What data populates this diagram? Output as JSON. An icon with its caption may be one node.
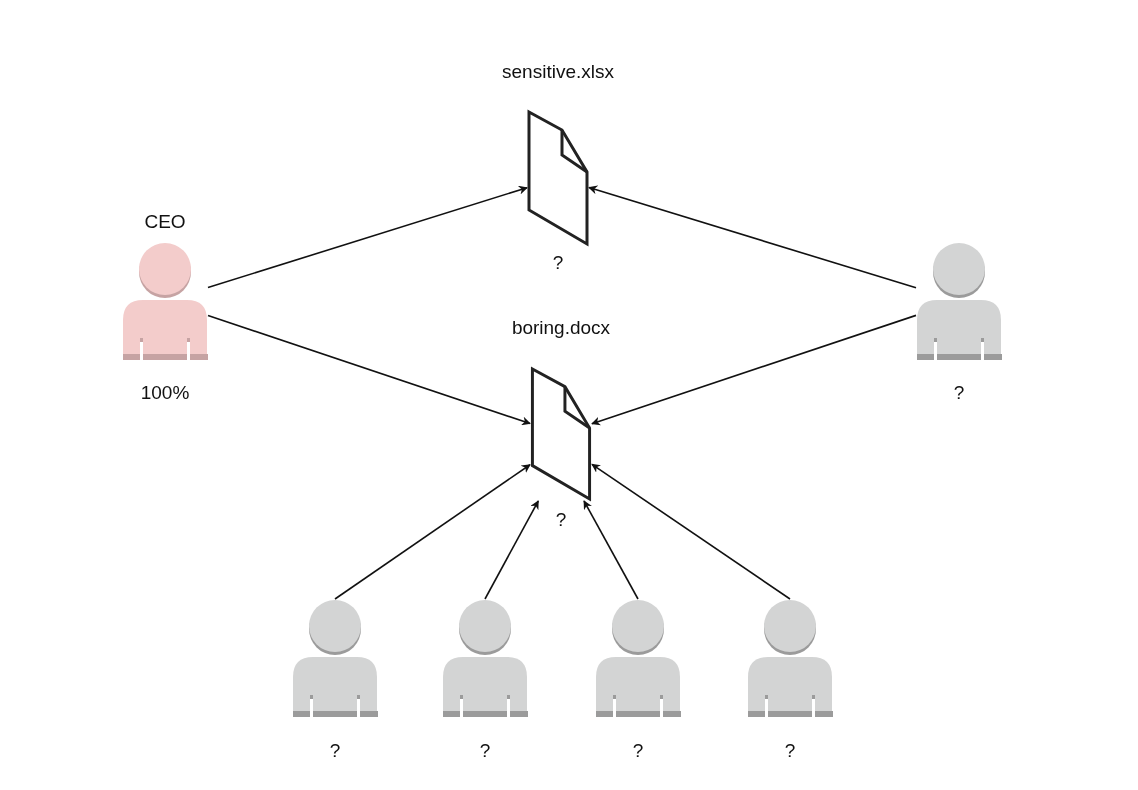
{
  "diagram": {
    "nodes": [
      {
        "text": [
          "CEO"
        ],
        "beside": [
          "100%"
        ]
      },
      {
        "text": [
          "sensitive.xlsx"
        ],
        "beside": [
          "?"
        ]
      },
      {
        "text": [
          "boring.docx"
        ],
        "beside": [
          "?"
        ]
      },
      {
        "text": [],
        "shape": "person",
        "beside": [
          "?"
        ]
      },
      {
        "text": [],
        "shape": "person",
        "beside": [
          "?"
        ]
      },
      {
        "text": [],
        "shape": "person",
        "beside": [
          "?"
        ]
      },
      {
        "text": [],
        "shape": "person",
        "beside": [
          "?"
        ]
      },
      {
        "text": [],
        "shape": "person",
        "beside": [
          "?"
        ]
      }
    ],
    "edges": [
      {
        "from": 0,
        "to": 1,
        "arrow": "to"
      },
      {
        "from": 0,
        "to": 2,
        "arrow": "to"
      },
      {
        "from": 3,
        "to": 1,
        "arrow": "to"
      },
      {
        "from": 3,
        "to": 2,
        "arrow": "to"
      },
      {
        "from": 4,
        "to": 2,
        "arrow": "to"
      },
      {
        "from": 5,
        "to": 2,
        "arrow": "to"
      },
      {
        "from": 6,
        "to": 2,
        "arrow": "to"
      },
      {
        "from": 7,
        "to": 2,
        "arrow": "to"
      }
    ]
  }
}
